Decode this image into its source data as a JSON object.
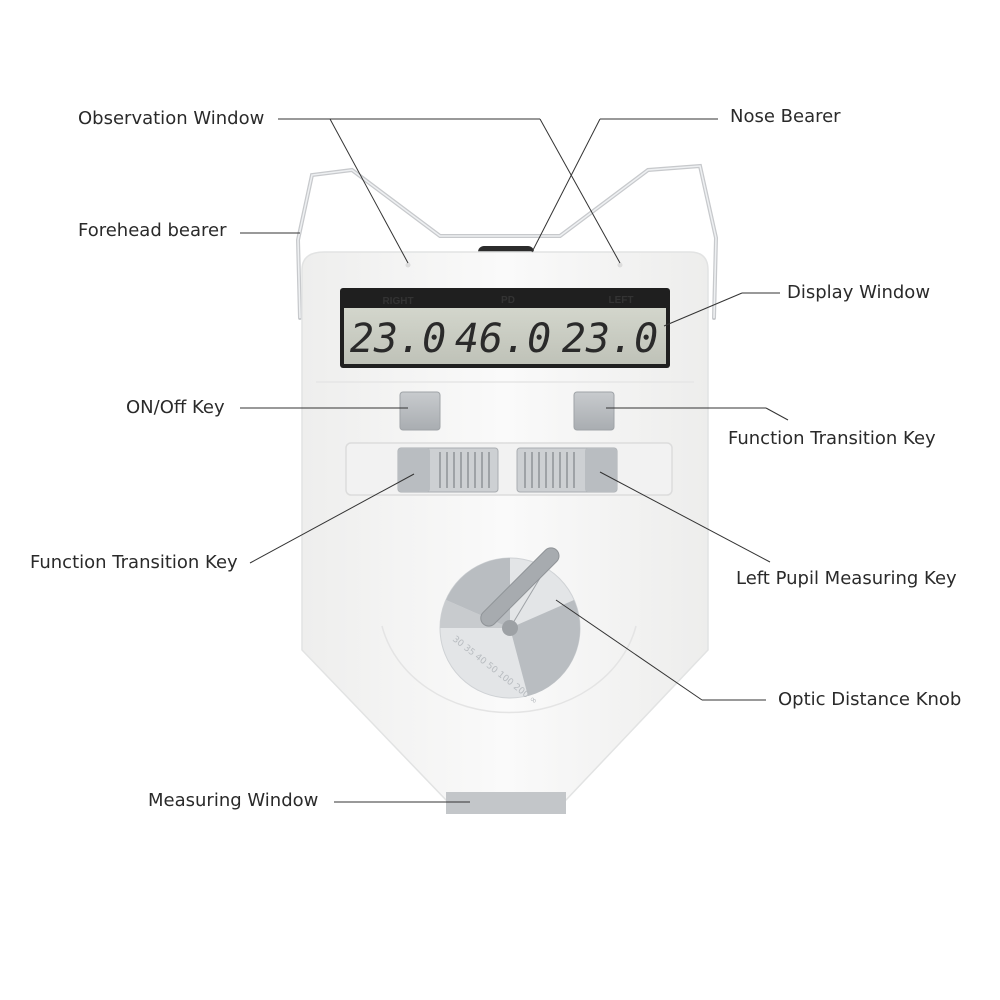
{
  "labels": {
    "observation_window": "Observation Window",
    "nose_bearer": "Nose Bearer",
    "forehead_bearer": "Forehead bearer",
    "display_window": "Display Window",
    "on_off_key": "ON/Off Key",
    "function_transition_key_right": "Function Transition Key",
    "function_transition_key_left": "Function Transition Key",
    "left_pupil_measuring_key": "Left Pupil Measuring Key",
    "optic_distance_knob": "Optic Distance Knob",
    "measuring_window": "Measuring Window"
  },
  "display": {
    "right_header": "RIGHT",
    "pd_header": "PD",
    "left_header": "LEFT",
    "right_value": "23.0",
    "pd_value": "46.0",
    "left_value": "23.0"
  },
  "knob_scale": "30 35 40 50 100 200 ∞",
  "colors": {
    "body": "#f7f7f6",
    "lcd": "#c9ccc2",
    "gray_part": "#b9bdc1",
    "line": "#333333"
  }
}
